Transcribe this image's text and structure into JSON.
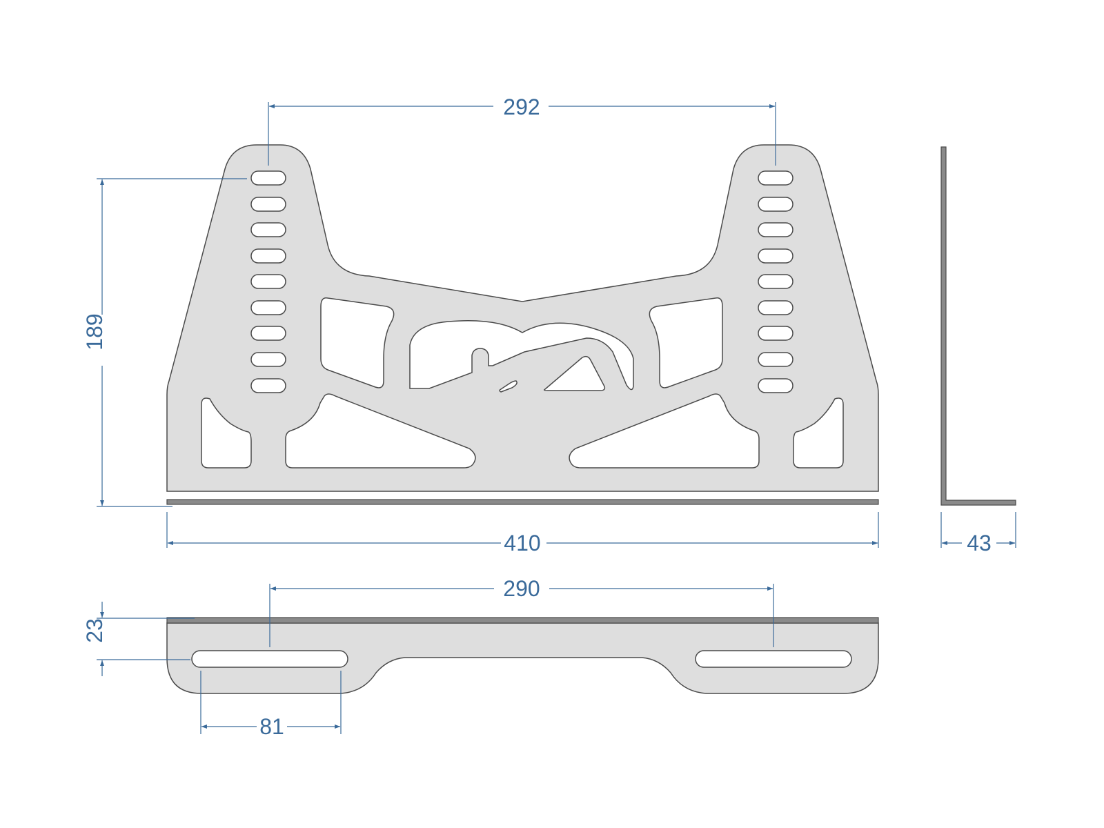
{
  "colors": {
    "background": "#ffffff",
    "plate_fill": "#dedede",
    "plate_stroke": "#4a4a4a",
    "flange_fill": "#8a8a8a",
    "dimension": "#3a6a9a"
  },
  "dimensions": {
    "top_hole_spacing": "292",
    "plate_height": "189",
    "plate_width": "410",
    "flange_width": "43",
    "bottom_slot_spacing": "290",
    "bottom_thickness": "23",
    "slot_length": "81"
  }
}
